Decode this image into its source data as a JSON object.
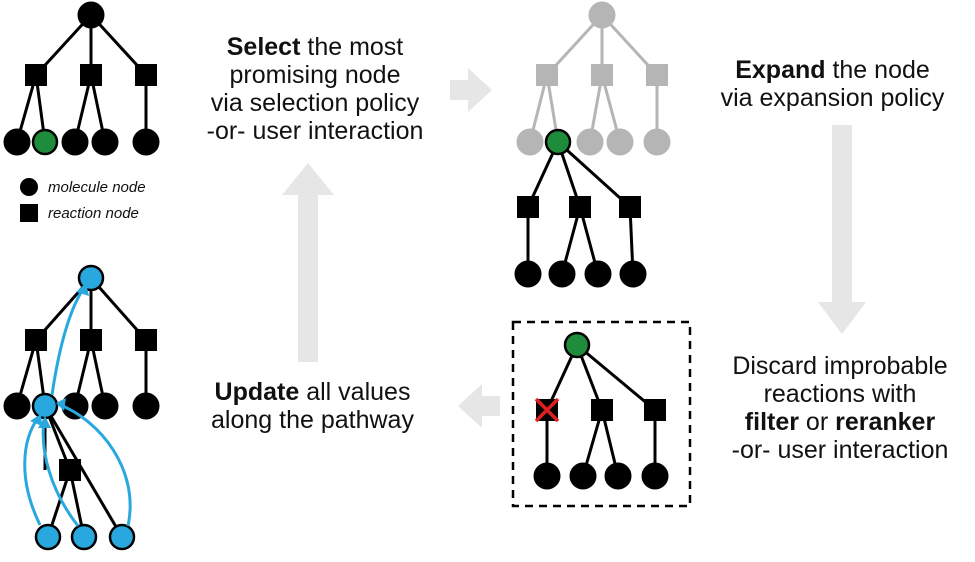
{
  "steps": {
    "select": {
      "bold": "Select",
      "line1_rest": " the most",
      "line2": "promising node",
      "line3": "via selection policy",
      "line4": "-or- user interaction"
    },
    "expand": {
      "bold": "Expand",
      "line1_rest": " the node",
      "line2": "via expansion policy"
    },
    "discard": {
      "line1": "Discard improbable",
      "line2": "reactions with",
      "bold1": "filter",
      "mid": " or ",
      "bold2": "reranker",
      "line4": "-or- user interaction"
    },
    "update": {
      "bold": "Update",
      "line1_rest": " all values",
      "line2": "along the pathway"
    }
  },
  "legend": {
    "molecule": "molecule node",
    "reaction": "reaction node"
  },
  "colors": {
    "node": "#000000",
    "selected": "#1e8c3a",
    "faded": "#b5b5b5",
    "highlight": "#29a8e0",
    "arrow": "#e6e6e6",
    "discard_x": "#e02020"
  }
}
